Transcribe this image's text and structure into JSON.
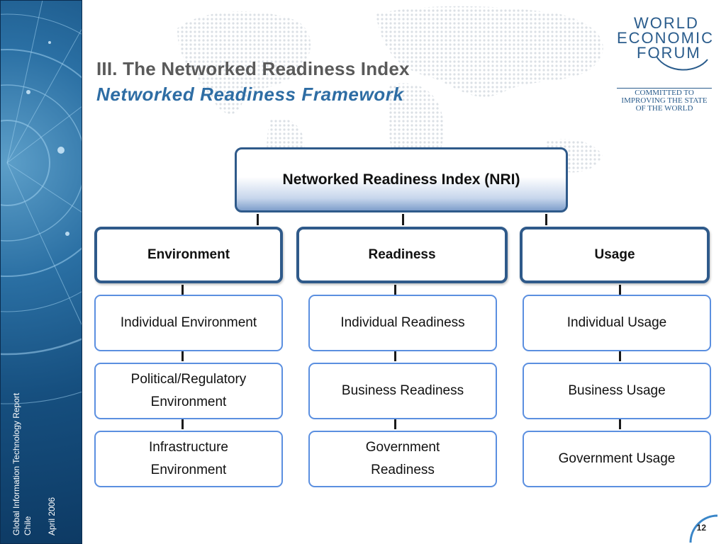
{
  "side": {
    "line1": "Global Information Technology Report",
    "line2": "Chile",
    "line3": "April 2006"
  },
  "title": {
    "line1": "III. The Networked Readiness Index",
    "line2": "Networked Readiness Framework"
  },
  "logo": {
    "word1": "WORLD",
    "word2": "ECONOMIC",
    "word3": "FORUM",
    "motto1": "COMMITTED TO",
    "motto2": "IMPROVING THE STATE",
    "motto3": "OF THE WORLD"
  },
  "diagram": {
    "root": "Networked Readiness Index (NRI)",
    "columns": [
      {
        "label": "Environment",
        "items": [
          [
            "Individual Environment"
          ],
          [
            "Political/Regulatory",
            "Environment"
          ],
          [
            "Infrastructure",
            "Environment"
          ]
        ]
      },
      {
        "label": "Readiness",
        "items": [
          [
            "Individual Readiness"
          ],
          [
            "Business Readiness"
          ],
          [
            "Government",
            "Readiness"
          ]
        ]
      },
      {
        "label": "Usage",
        "items": [
          [
            "Individual Usage"
          ],
          [
            "Business Usage"
          ],
          [
            "Government Usage"
          ]
        ]
      }
    ]
  },
  "page": {
    "number": "12"
  },
  "colors": {
    "accent": "#2e6da4",
    "frame": "#2f5a8a",
    "sub_border": "#5b8fe0",
    "title_gray": "#5a5a5a"
  }
}
